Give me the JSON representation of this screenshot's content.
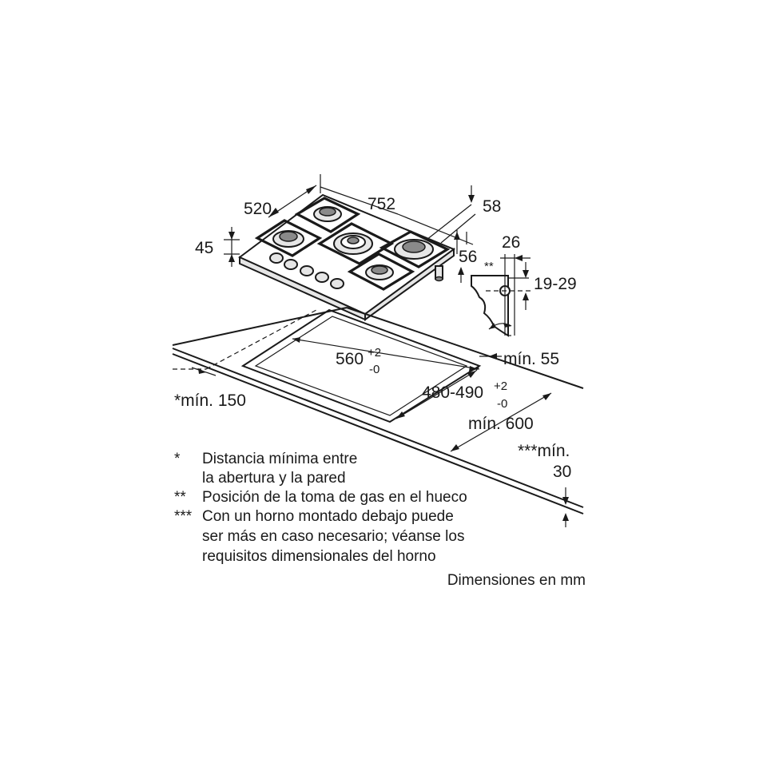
{
  "dimensions": {
    "width": "752",
    "depth": "520",
    "height": "45",
    "right_depth": "58",
    "right_height": "56",
    "gas_offset": "26",
    "gas_height": "19-29",
    "gas_marker": "**",
    "cutout_width": "560",
    "cutout_width_tol_plus": "+2",
    "cutout_width_tol_minus": "-0",
    "cutout_depth": "480-490",
    "cutout_depth_tol_plus": "+2",
    "cutout_depth_tol_minus": "-0",
    "min_wall": "*mín. 150",
    "min_front": "mín. 55",
    "min_depth": "mín. 600",
    "min_below_label": "***mín.",
    "min_below_value": "30"
  },
  "notes": [
    {
      "marker": "*",
      "lines": [
        "Distancia mínima entre",
        "la abertura y la pared"
      ]
    },
    {
      "marker": "**",
      "lines": [
        "Posición de la toma de gas en el hueco"
      ]
    },
    {
      "marker": "***",
      "lines": [
        "Con un horno montado debajo puede",
        "ser más en caso necesario; véanse los",
        "requisitos dimensionales del horno"
      ]
    }
  ],
  "units_note": "Dimensiones en mm"
}
